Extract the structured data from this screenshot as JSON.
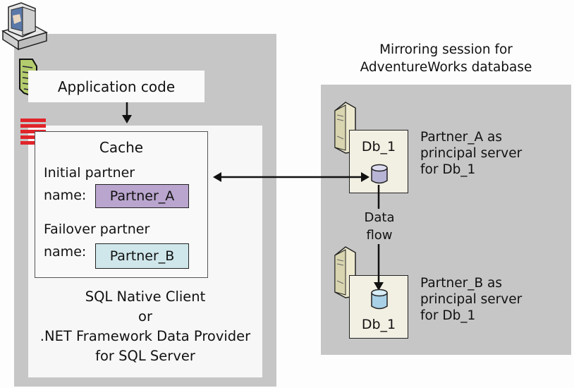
{
  "client": {
    "application_code": "Application code",
    "cache": {
      "title": "Cache",
      "initial_partner_label_line1": "Initial partner",
      "initial_partner_label_line2": "name:",
      "initial_partner_value": "Partner_A",
      "failover_partner_label_line1": "Failover partner",
      "failover_partner_label_line2": "name:",
      "failover_partner_value": "Partner_B"
    },
    "provider_lines": [
      "SQL Native Client",
      "or",
      ".NET Framework Data Provider",
      "for SQL Server"
    ]
  },
  "mirroring": {
    "title_line1": "Mirroring session for",
    "title_line2": "AdventureWorks database",
    "principal": {
      "db_label": "Db_1",
      "desc_lines": [
        "Partner_A as",
        "principal server",
        "for Db_1"
      ]
    },
    "mirror": {
      "db_label": "Db_1",
      "desc_lines": [
        "Partner_B as",
        "principal server",
        "for Db_1"
      ]
    },
    "data_flow_line1": "Data",
    "data_flow_line2": "flow"
  },
  "colors": {
    "partner_a": "#b9a5cd",
    "partner_b": "#cfe7eb",
    "panel_gray": "#c6c6c6",
    "db_box": "#f2efe3"
  },
  "icons": [
    "computer-icon",
    "document-icon",
    "red-stack-icon",
    "server-icon",
    "database-icon"
  ]
}
